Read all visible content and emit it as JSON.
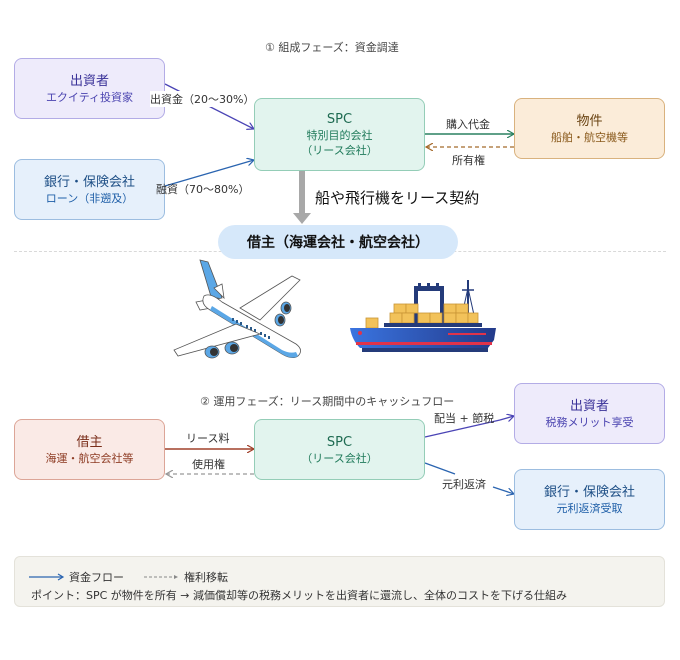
{
  "phase1": {
    "title": "① 組成フェーズ：資金調達",
    "investor": {
      "title": "出資者",
      "subtitle": "エクイティ投資家"
    },
    "bank": {
      "title": "銀行・保険会社",
      "subtitle": "ローン（非遡及）"
    },
    "spc": {
      "title": "SPC",
      "subtitle1": "特別目的会社",
      "subtitle2": "（リース会社）"
    },
    "asset": {
      "title": "物件",
      "subtitle": "船舶・航空機等"
    },
    "edge_equity": "出資金（20〜30%）",
    "edge_loan": "融資（70〜80%）",
    "edge_purchase": "購入代金",
    "edge_ownership": "所有権",
    "lease_contract": "船や飛行機をリース契約"
  },
  "lessee_pill": "借主（海運会社・航空会社）",
  "illustrations": {
    "airplane": "airplane-illustration",
    "ship": "container-ship-illustration"
  },
  "phase2": {
    "title": "② 運用フェーズ：リース期間中のキャッシュフロー",
    "lessee": {
      "title": "借主",
      "subtitle": "海運・航空会社等"
    },
    "spc": {
      "title": "SPC",
      "subtitle": "（リース会社）"
    },
    "investor": {
      "title": "出資者",
      "subtitle": "税務メリット享受"
    },
    "bank": {
      "title": "銀行・保険会社",
      "subtitle": "元利返済受取"
    },
    "edge_lease_fee": "リース料",
    "edge_usage_right": "使用権",
    "edge_dividend": "配当 + 節税",
    "edge_repayment": "元利返済"
  },
  "legend": {
    "solid_label": "資金フロー",
    "dashed_label": "権利移転",
    "point": "ポイント：SPC が物件を所有 → 減価償却等の税務メリットを出資者に還流し、全体のコストを下げる仕組み"
  },
  "colors": {
    "equity_arrow": "#4a44b5",
    "loan_arrow": "#2a64b0",
    "purchase_arrow": "#2a8060",
    "ownership_arrow": "#a56a2a",
    "lease_arrow": "#a0402a",
    "usage_arrow": "#999999"
  }
}
